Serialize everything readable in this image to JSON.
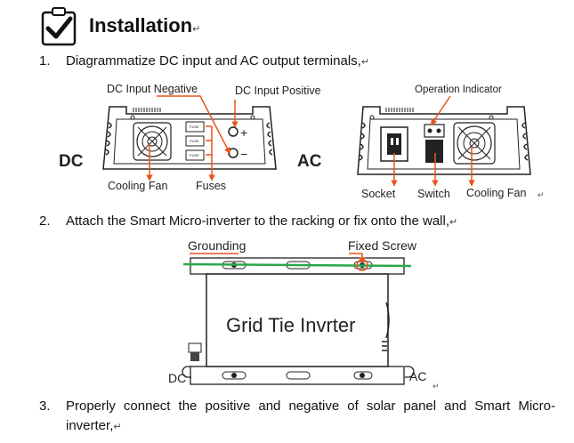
{
  "header": {
    "title": "Installation",
    "icon": "checklist-clipboard-icon",
    "para_mark": "↵"
  },
  "steps": [
    {
      "num": "1.",
      "text": "Diagrammatize DC input and AC output terminals,",
      "mark": "↵"
    },
    {
      "num": "2.",
      "text": "Attach the Smart Micro-inverter to the racking or fix onto the wall,",
      "mark": "↵"
    },
    {
      "num": "3.",
      "text": "Properly connect the positive and negative of solar panel and Smart Micro-inverter,",
      "mark": "↵"
    }
  ],
  "figure1": {
    "dc_side": {
      "side_label": "DC",
      "callouts": {
        "dc_input_negative": "DC Input Negative",
        "dc_input_positive": "DC Input Positive",
        "cooling_fan": "Cooling Fan",
        "fuses": "Fuses"
      },
      "fuse_text": "FUSE",
      "plus": "+",
      "minus": "−"
    },
    "ac_side": {
      "side_label": "AC",
      "callouts": {
        "operation_indicator": "Operation Indicator",
        "socket": "Socket",
        "switch": "Switch",
        "cooling_fan": "Cooling Fan"
      },
      "para_mark": "↵"
    },
    "arrow_color": "#e8541c"
  },
  "figure2": {
    "callouts": {
      "grounding": "Grounding",
      "fixed_screw": "Fixed Screw"
    },
    "device_text": "Grid Tie Invrter",
    "left_label": "DC",
    "right_label": "AC",
    "para_mark": "↵",
    "ground_line_color": "#2aa84a",
    "arrow_color": "#e8541c"
  }
}
